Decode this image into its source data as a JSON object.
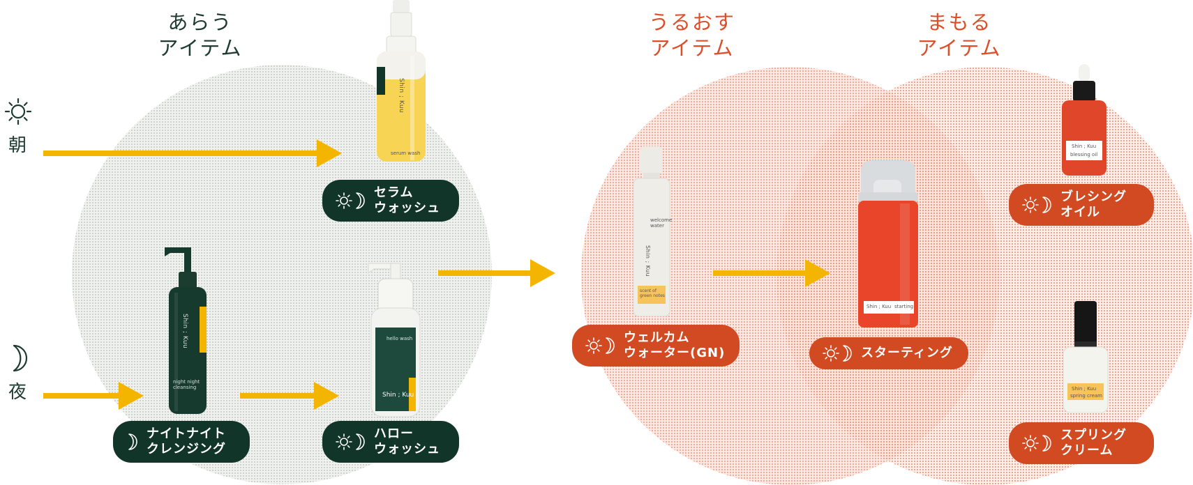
{
  "categories": {
    "wash": "あらう\nアイテム",
    "moisturize": "うるおす\nアイテム",
    "protect": "まもる\nアイテム"
  },
  "times": {
    "morning": "朝",
    "night": "夜"
  },
  "products": {
    "serum_wash": {
      "name": "セラム\nウォッシュ",
      "bottle_brand": "Shin ; Kuu",
      "bottle_label": "serum wash"
    },
    "night_cleansing": {
      "name": "ナイトナイト\nクレンジング",
      "bottle_brand": "Shin ; Kuu",
      "bottle_label": "night night\ncleansing"
    },
    "hello_wash": {
      "name": "ハロー\nウォッシュ",
      "bottle_brand": "Shin ; Kuu",
      "bottle_label": "hello wash"
    },
    "welcome_water": {
      "name": "ウェルカム\nウォーター(GN)",
      "bottle_brand": "Shin ; Kuu",
      "bottle_label": "welcome\nwater",
      "bottle_sub": "scent of\ngreen notes"
    },
    "starting": {
      "name": "スターティング",
      "bottle_brand": "Shin ; Kuu",
      "bottle_label": "starting"
    },
    "blessing_oil": {
      "name": "ブレシング\nオイル",
      "bottle_brand": "Shin ; Kuu",
      "bottle_label": "blessing oil"
    },
    "spring_cream": {
      "name": "スプリング\nクリーム",
      "bottle_brand": "Shin ; Kuu",
      "bottle_label": "spring cream"
    }
  },
  "icons": [
    "sun-icon",
    "moon-icon"
  ],
  "colors": {
    "green_dark": "#12352a",
    "accent_red": "#d14a21",
    "arrow_yellow": "#f4b500",
    "title_red": "#dc4f2a",
    "title_green": "#1e3b30"
  }
}
